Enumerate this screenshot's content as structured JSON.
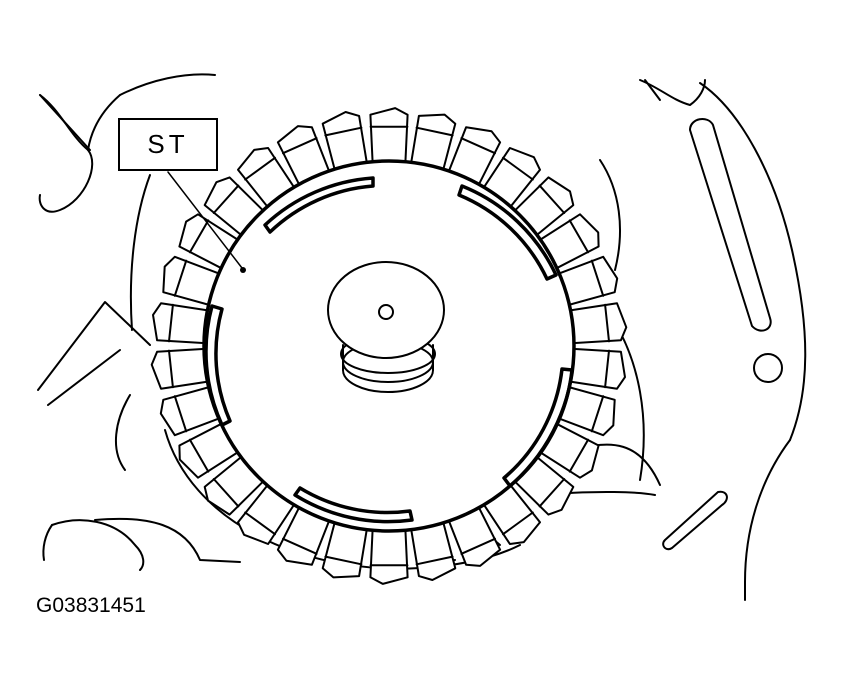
{
  "callout": {
    "label": "ST"
  },
  "figure": {
    "id": "G03831451"
  },
  "colors": {
    "line": "#000000",
    "background": "#ffffff"
  },
  "tooth_count": 30
}
